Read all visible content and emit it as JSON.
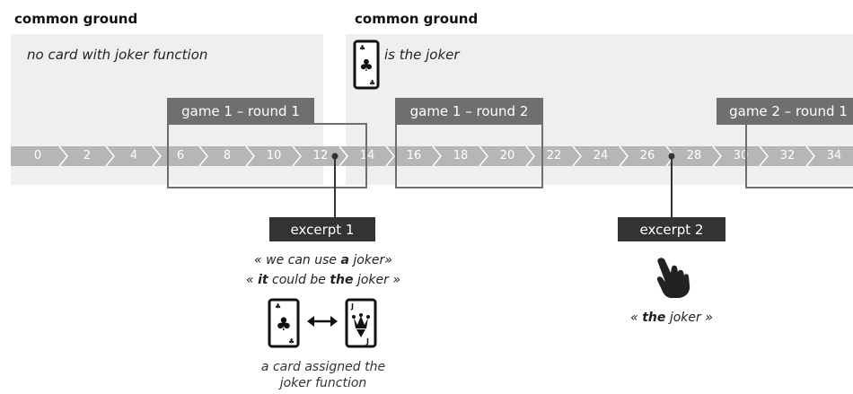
{
  "left_section": {
    "header": "common ground",
    "note": "no card with joker function"
  },
  "right_section": {
    "header": "common ground",
    "note": "is the joker",
    "card_icon": "club-card-icon"
  },
  "rounds": [
    {
      "label": "game 1 – round 1"
    },
    {
      "label": "game 1 – round 2"
    },
    {
      "label": "game 2 – round 1"
    }
  ],
  "timeline": {
    "ticks": [
      "0",
      "2",
      "4",
      "6",
      "8",
      "10",
      "12",
      "14",
      "16",
      "18",
      "20",
      "22",
      "24",
      "26",
      "28",
      "30",
      "32",
      "34"
    ]
  },
  "excerpt1": {
    "label": "excerpt 1",
    "quote1_pre": "« we can use ",
    "quote1_bold": "a",
    "quote1_post": " joker»",
    "quote2_pre": "« ",
    "quote2_bold1": "it",
    "quote2_mid": " could be ",
    "quote2_bold2": "the",
    "quote2_post": " joker »",
    "caption_line1": "a card assigned the",
    "caption_line2": "joker function",
    "icons": [
      "club-card-icon",
      "double-arrow-icon",
      "jester-card-icon"
    ]
  },
  "excerpt2": {
    "label": "excerpt 2",
    "quote_pre": "« ",
    "quote_bold": "the",
    "quote_post": " joker »",
    "icon": "pointing-hand-icon"
  },
  "colors": {
    "panel_bg": "#efefef",
    "timeline_bg": "#b6b6b6",
    "round_label_bg": "#6f6f6f",
    "excerpt_label_bg": "#333333"
  }
}
